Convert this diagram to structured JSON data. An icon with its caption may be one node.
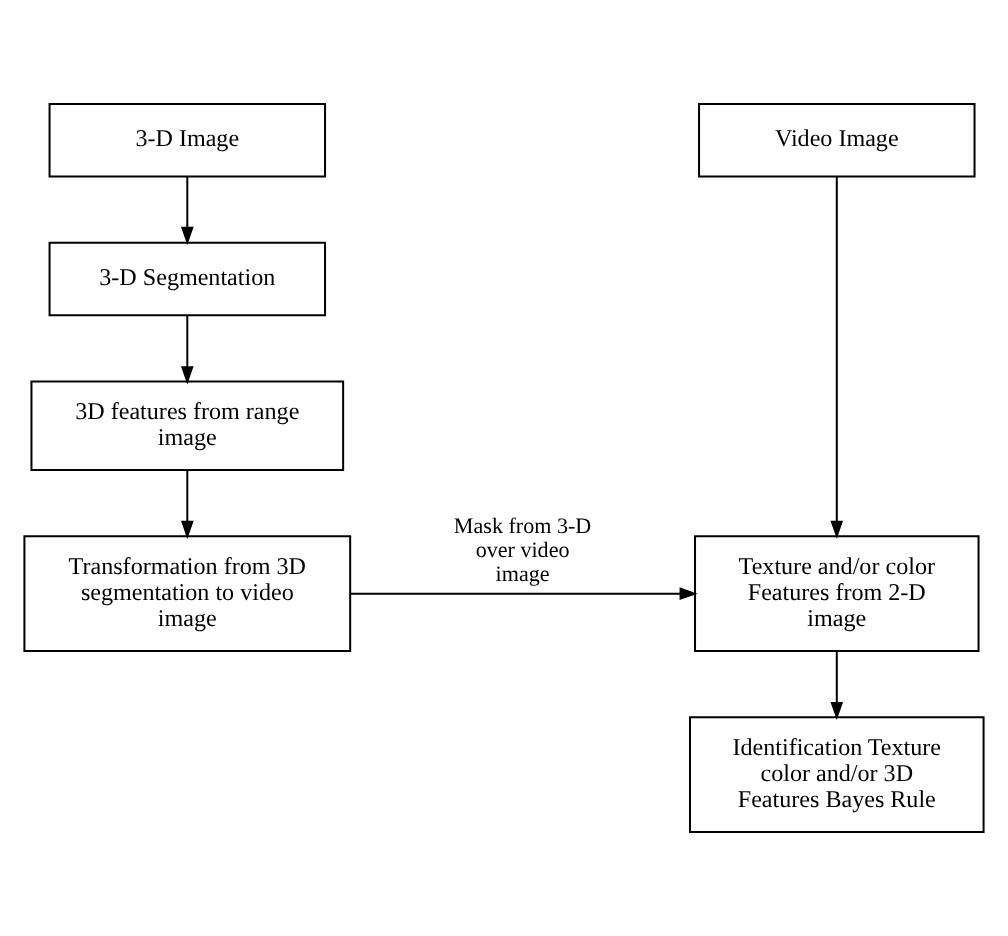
{
  "diagram": {
    "nodes": [
      {
        "text": [
          "3-D Image"
        ]
      },
      {
        "text": [
          "3-D Segmentation"
        ]
      },
      {
        "text": [
          "3D features from range image"
        ]
      },
      {
        "text": [
          "Transformation from 3D segmentation to video image"
        ]
      },
      {
        "text": [
          "Video Image"
        ]
      },
      {
        "text": [
          "Texture and/or color Features from 2-D image"
        ]
      },
      {
        "text": [
          "Identification Texture color and/or 3D Features Bayes Rule"
        ]
      }
    ],
    "edges": [
      {
        "from": 0,
        "to": 1,
        "arrow": "to"
      },
      {
        "from": 1,
        "to": 2,
        "arrow": "to"
      },
      {
        "from": 2,
        "to": 3,
        "arrow": "to"
      },
      {
        "from": 3,
        "to": 5,
        "arrow": "to",
        "label": "Mask from 3-D over video image"
      },
      {
        "from": 4,
        "to": 5,
        "arrow": "to"
      },
      {
        "from": 5,
        "to": 6,
        "arrow": "to"
      }
    ]
  }
}
